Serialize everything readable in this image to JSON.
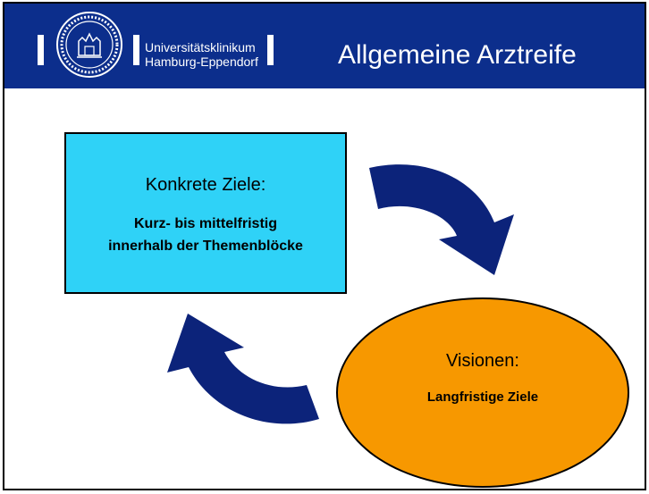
{
  "header": {
    "university_line1": "Universitätsklinikum",
    "university_line2": "Hamburg-Eppendorf",
    "title": "Allgemeine Arztreife",
    "background_color": "#0c2e8c"
  },
  "diagram": {
    "box": {
      "title": "Konkrete Ziele:",
      "line1": "Kurz- bis mittelfristig",
      "line2": "innerhalb der Themenblöcke",
      "color": "#2fd2f7"
    },
    "ellipse": {
      "title": "Visionen:",
      "text": "Langfristige Ziele",
      "color": "#f79800"
    },
    "arrow_color": "#0c237a",
    "arrow_icons": [
      "curved-arrow-down-icon",
      "curved-arrow-up-icon"
    ]
  }
}
